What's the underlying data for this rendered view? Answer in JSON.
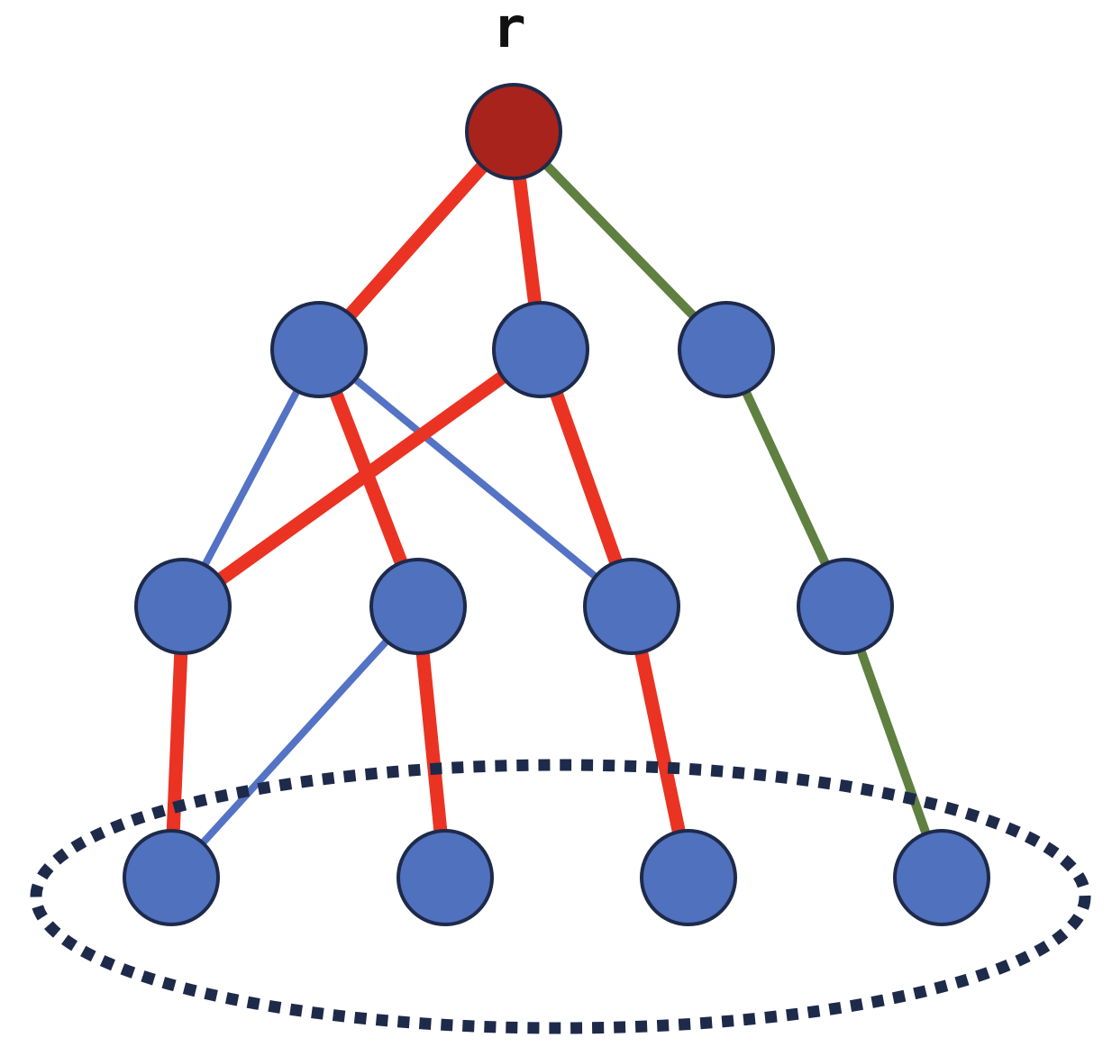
{
  "title": "r",
  "colors": {
    "root_fill": "#A8231C",
    "node_fill": "#4F71BE",
    "node_stroke": "#1E2A4A",
    "red_edge": "#EA3323",
    "blue_edge": "#5473C4",
    "green_edge": "#5F8040",
    "ellipse": "#1E2A4A"
  },
  "nodes": [
    {
      "id": "r",
      "role": "root",
      "label": "r"
    },
    {
      "id": "l1a",
      "role": "node"
    },
    {
      "id": "l1b",
      "role": "node"
    },
    {
      "id": "l1c",
      "role": "node"
    },
    {
      "id": "l2a",
      "role": "node"
    },
    {
      "id": "l2b",
      "role": "node"
    },
    {
      "id": "l2c",
      "role": "node"
    },
    {
      "id": "l2d",
      "role": "node"
    },
    {
      "id": "l3a",
      "role": "node"
    },
    {
      "id": "l3b",
      "role": "node"
    },
    {
      "id": "l3c",
      "role": "node"
    },
    {
      "id": "l3d",
      "role": "node"
    }
  ],
  "edges": [
    {
      "from": "r",
      "to": "l1a",
      "color": "red"
    },
    {
      "from": "r",
      "to": "l1b",
      "color": "red"
    },
    {
      "from": "r",
      "to": "l1c",
      "color": "green"
    },
    {
      "from": "l1a",
      "to": "l2a",
      "color": "blue"
    },
    {
      "from": "l1a",
      "to": "l2b",
      "color": "red"
    },
    {
      "from": "l1a",
      "to": "l2c",
      "color": "blue"
    },
    {
      "from": "l1b",
      "to": "l2a",
      "color": "red"
    },
    {
      "from": "l1b",
      "to": "l2c",
      "color": "red"
    },
    {
      "from": "l1c",
      "to": "l2d",
      "color": "green"
    },
    {
      "from": "l2a",
      "to": "l3a",
      "color": "red"
    },
    {
      "from": "l2b",
      "to": "l3a",
      "color": "blue"
    },
    {
      "from": "l2b",
      "to": "l3b",
      "color": "red"
    },
    {
      "from": "l2c",
      "to": "l3c",
      "color": "red"
    },
    {
      "from": "l2d",
      "to": "l3d",
      "color": "green"
    }
  ]
}
